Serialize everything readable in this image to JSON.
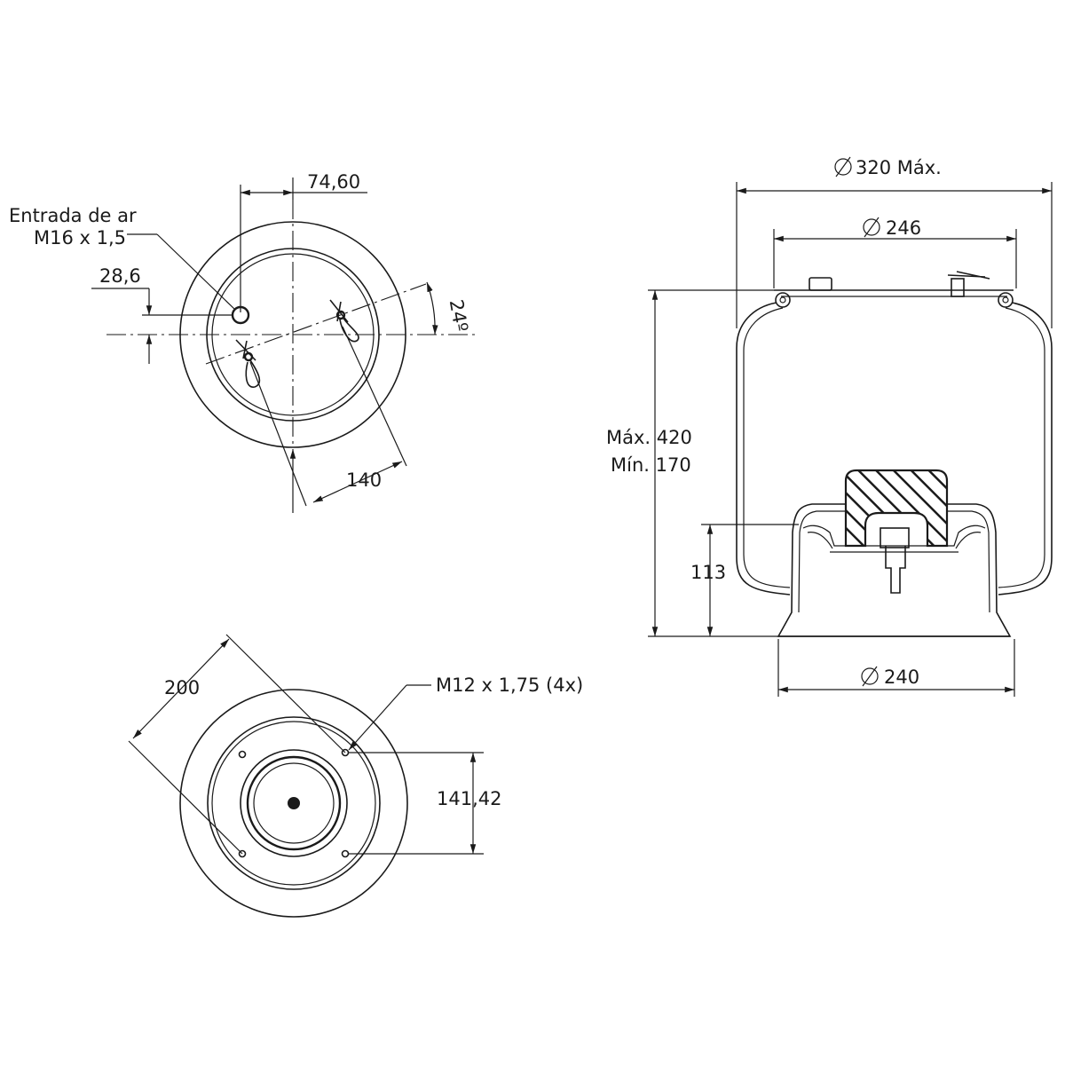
{
  "top_view": {
    "dim_74_60": "74,60",
    "dim_28_6": "28,6",
    "dim_140": "140",
    "dim_24deg": "24º",
    "air_inlet_line1": "Entrada de ar",
    "air_inlet_line2": "M16 x 1,5"
  },
  "side_view": {
    "dim_320": "320 Máx.",
    "dim_246": "246",
    "dim_240": "240",
    "dim_max": "Máx. 420",
    "dim_min": "Mín. 170",
    "dim_113": "113"
  },
  "bottom_view": {
    "dim_200": "200",
    "dim_141_42": "141,42",
    "thread_label": "M12 x 1,75 (4x)"
  }
}
